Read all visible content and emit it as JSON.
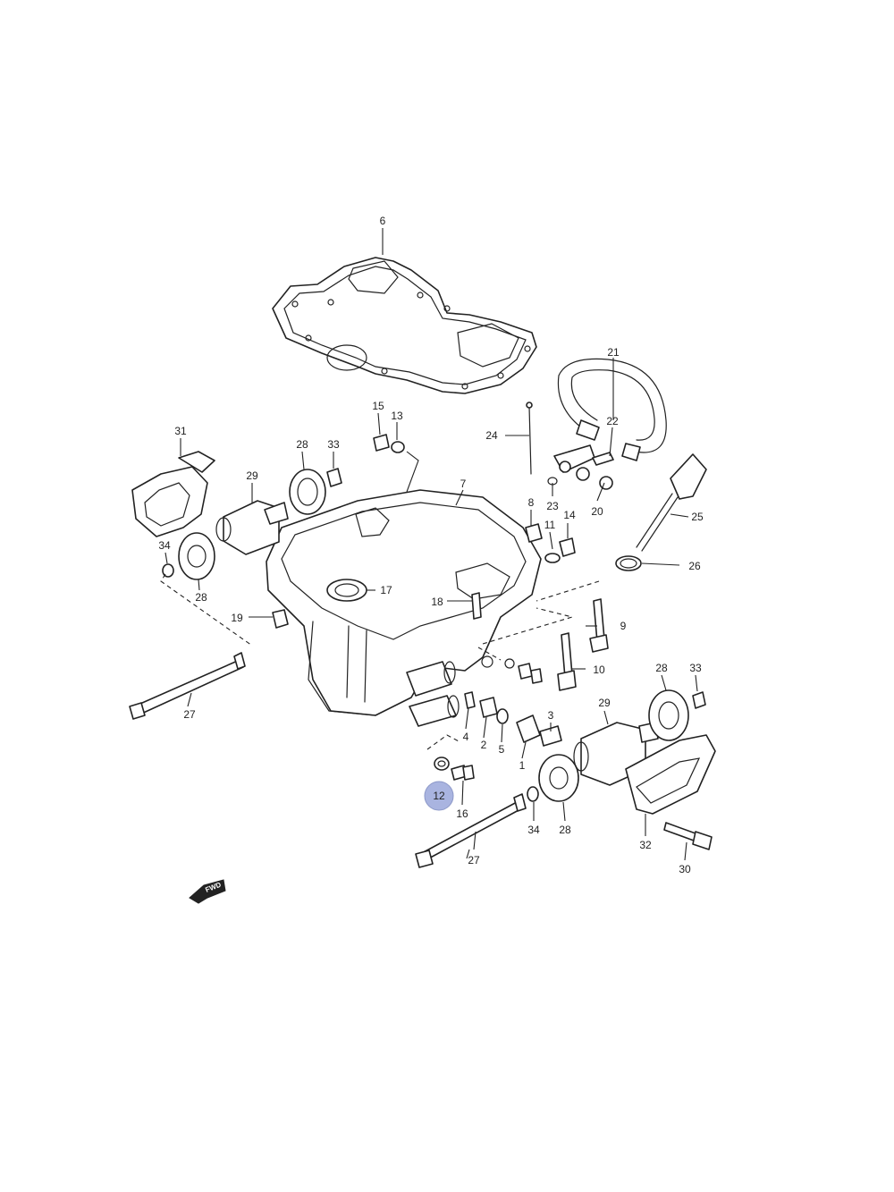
{
  "diagram": {
    "callouts": [
      "1",
      "2",
      "3",
      "4",
      "5",
      "6",
      "7",
      "8",
      "9",
      "10",
      "11",
      "12",
      "13",
      "14",
      "15",
      "16",
      "17",
      "18",
      "19",
      "20",
      "21",
      "22",
      "23",
      "24",
      "25",
      "26",
      "27",
      "27",
      "28",
      "28",
      "28",
      "28",
      "29",
      "29",
      "30",
      "31",
      "32",
      "33",
      "33",
      "34",
      "34"
    ],
    "highlighted_callout": "12",
    "highlight_color": "#a9b4e0",
    "direction_badge": "FWD"
  }
}
